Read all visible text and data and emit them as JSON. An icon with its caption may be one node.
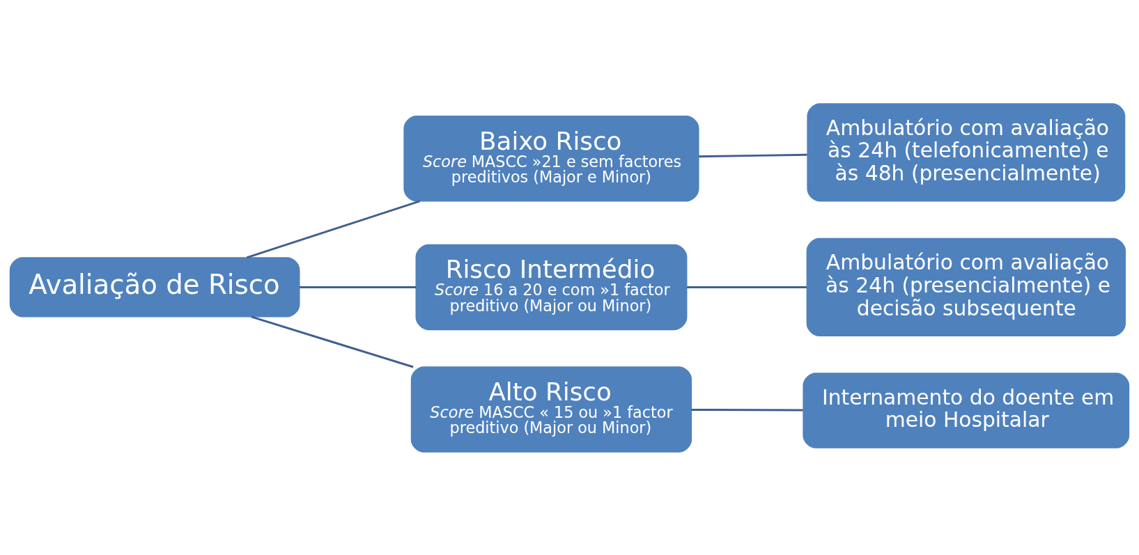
{
  "diagram": {
    "nodes": [
      {
        "text": [
          "Avaliação de Risco"
        ]
      },
      {
        "text": [
          "Baixo Risco",
          "*Score* MASCC »21 e sem factores preditivos (Major e Minor)"
        ]
      },
      {
        "text": [
          "Ambulatório com avaliação às 24h (telefonicamente) e às 48h (presencialmente)"
        ]
      },
      {
        "text": [
          "Risco Intermédio",
          "*Score* 16 a 20 e com »1 factor preditivo (Major ou Minor)"
        ]
      },
      {
        "text": [
          "Ambulatório com avaliação às 24h (presencialmente) e decisão subsequente"
        ]
      },
      {
        "text": [
          "Alto Risco",
          "*Score* MASCC « 15 ou »1 factor preditivo (Major ou Minor)"
        ]
      },
      {
        "text": [
          "Internamento do doente em meio Hospitalar"
        ]
      }
    ],
    "edges": [
      {
        "from": 0,
        "to": 1,
        "arrow": "none"
      },
      {
        "from": 0,
        "to": 3,
        "arrow": "none"
      },
      {
        "from": 0,
        "to": 5,
        "arrow": "none"
      },
      {
        "from": 1,
        "to": 2,
        "arrow": "none"
      },
      {
        "from": 3,
        "to": 4,
        "arrow": "none"
      },
      {
        "from": 5,
        "to": 6,
        "arrow": "none"
      }
    ]
  }
}
